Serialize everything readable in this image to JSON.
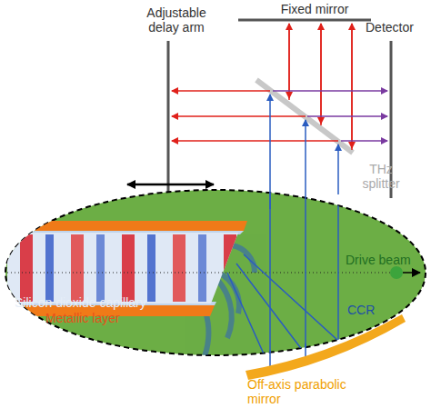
{
  "diagram": {
    "labels": [
      "Adjustable delay arm",
      "Fixed mirror",
      "Detector",
      "THz splitter",
      "Silicon dioxide capillary",
      "Metallic layer",
      "Drive beam",
      "CCR",
      "Off-axis parabolic mirror"
    ]
  }
}
